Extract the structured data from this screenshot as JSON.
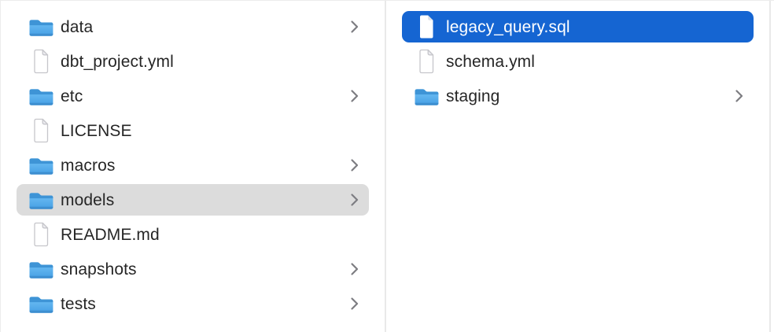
{
  "colors": {
    "background": "#ffffff",
    "edge": "#ececec",
    "divider": "#e9e9e9",
    "text": "#262626",
    "selected_text": "#ffffff",
    "selection_active": "#1565d2",
    "selection_inactive": "#dcdcdc",
    "chevron": "#7d7d82",
    "folder_top": "#3e94d6",
    "folder_body_light": "#72c3f6",
    "folder_body_dark": "#459ee4",
    "folder_bottom_edge": "#3a88c8",
    "doc_stroke": "#c6c6cb",
    "doc_fold": "#ececf0",
    "doc_fold_on_blue": "#dde1e8"
  },
  "columns": [
    {
      "name": "parent",
      "items": [
        {
          "label": "data",
          "icon": "folder-icon",
          "chevron": true,
          "selected": null
        },
        {
          "label": "dbt_project.yml",
          "icon": "document-icon",
          "chevron": false,
          "selected": null
        },
        {
          "label": "etc",
          "icon": "folder-icon",
          "chevron": true,
          "selected": null
        },
        {
          "label": "LICENSE",
          "icon": "document-icon",
          "chevron": false,
          "selected": null
        },
        {
          "label": "macros",
          "icon": "folder-icon",
          "chevron": true,
          "selected": null
        },
        {
          "label": "models",
          "icon": "folder-icon",
          "chevron": true,
          "selected": "gray"
        },
        {
          "label": "README.md",
          "icon": "document-icon",
          "chevron": false,
          "selected": null
        },
        {
          "label": "snapshots",
          "icon": "folder-icon",
          "chevron": true,
          "selected": null
        },
        {
          "label": "tests",
          "icon": "folder-icon",
          "chevron": true,
          "selected": null
        }
      ]
    },
    {
      "name": "contents",
      "items": [
        {
          "label": "legacy_query.sql",
          "icon": "document-icon",
          "chevron": false,
          "selected": "blue"
        },
        {
          "label": "schema.yml",
          "icon": "document-icon",
          "chevron": false,
          "selected": null
        },
        {
          "label": "staging",
          "icon": "folder-icon",
          "chevron": true,
          "selected": null
        }
      ]
    }
  ]
}
